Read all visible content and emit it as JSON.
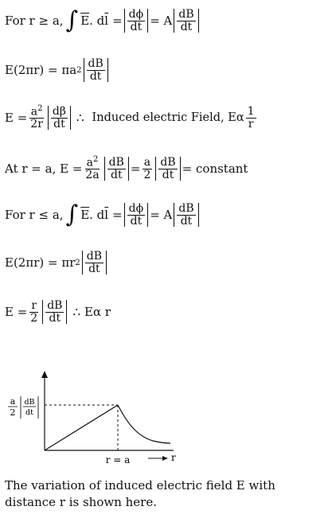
{
  "eq1": {
    "prefix": "For r ≥ a,",
    "lhs_vec": "E",
    "lhs_mid": ". d",
    "lhs_l": "l",
    "eq": "=",
    "d1": "dϕ",
    "dt": "dt",
    "eq2": "= A",
    "d2": "dB"
  },
  "eq2": {
    "lhs": "E(2πr) = πa",
    "exp": "2",
    "d": "dB",
    "dt": "dt"
  },
  "eq3": {
    "lhs": "E =",
    "num": "a",
    "exp": "2",
    "den": "2r",
    "d": "dβ",
    "dt": "dt",
    "therefore": "∴",
    "text": "Induced electric Field, Eα",
    "fnum": "1",
    "fden": "r"
  },
  "eq4": {
    "prefix": "At r = a, E =",
    "num": "a",
    "exp": "2",
    "den": "2a",
    "d": "dB",
    "dt": "dt",
    "eq": "=",
    "n2": "a",
    "d2": "2",
    "eq2": "= constant"
  },
  "eq5": {
    "prefix": "For r ≤ a,",
    "lhs_vec": "E",
    "lhs_mid": ". d",
    "lhs_l": "l",
    "eq": "=",
    "d1": "dϕ",
    "dt": "dt",
    "eq2": "= A",
    "d2": "dB"
  },
  "eq6": {
    "lhs": "E(2πr) = πr",
    "exp": "2",
    "d": "dB",
    "dt": "dt"
  },
  "eq7": {
    "lhs": "E =",
    "num": "r",
    "den": "2",
    "d": "dB",
    "dt": "dt",
    "therefore": "∴",
    "text": "Eα r"
  },
  "graph": {
    "y_label_num": "a",
    "y_label_den": "2",
    "y_label_d": "dB",
    "y_label_dt": "dt",
    "x_mark": "r = a",
    "x_axis": "r"
  },
  "caption": "The variation of induced electric field E with distance r is shown here."
}
